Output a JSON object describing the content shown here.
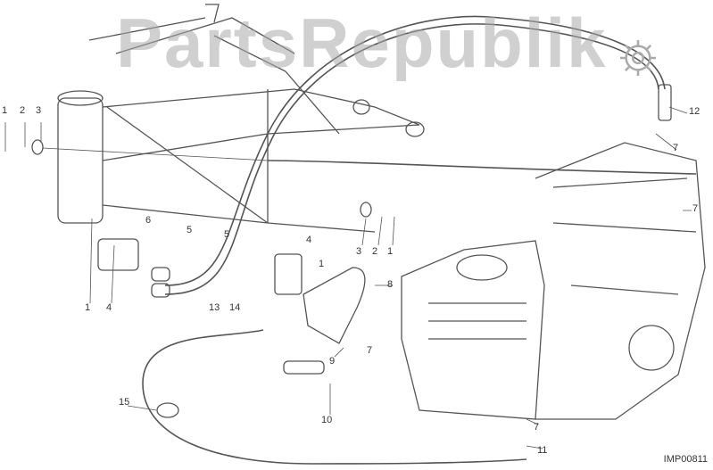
{
  "diagram_code": "IMP00811",
  "watermark": "PartsRepublik",
  "callouts": [
    {
      "id": "c1",
      "text": "1"
    },
    {
      "id": "c2",
      "text": "2"
    },
    {
      "id": "c3",
      "text": "3"
    },
    {
      "id": "c12",
      "text": "12"
    },
    {
      "id": "c7a",
      "text": "7"
    },
    {
      "id": "c7b",
      "text": "7"
    },
    {
      "id": "c3b",
      "text": "3"
    },
    {
      "id": "c2b",
      "text": "2"
    },
    {
      "id": "c1b",
      "text": "1"
    },
    {
      "id": "c6",
      "text": "6"
    },
    {
      "id": "c5",
      "text": "5"
    },
    {
      "id": "c1c",
      "text": "1"
    },
    {
      "id": "c4",
      "text": "4"
    },
    {
      "id": "c5b",
      "text": "5"
    },
    {
      "id": "c4b",
      "text": "4"
    },
    {
      "id": "c1d",
      "text": "1"
    },
    {
      "id": "c13",
      "text": "13"
    },
    {
      "id": "c14",
      "text": "14"
    },
    {
      "id": "c8",
      "text": "8"
    },
    {
      "id": "c9",
      "text": "9"
    },
    {
      "id": "c7c",
      "text": "7"
    },
    {
      "id": "c15",
      "text": "15"
    },
    {
      "id": "c10",
      "text": "10"
    },
    {
      "id": "c7d",
      "text": "7"
    },
    {
      "id": "c11",
      "text": "11"
    }
  ],
  "colors": {
    "line": "#555555",
    "watermark": "#aaaaaa"
  }
}
